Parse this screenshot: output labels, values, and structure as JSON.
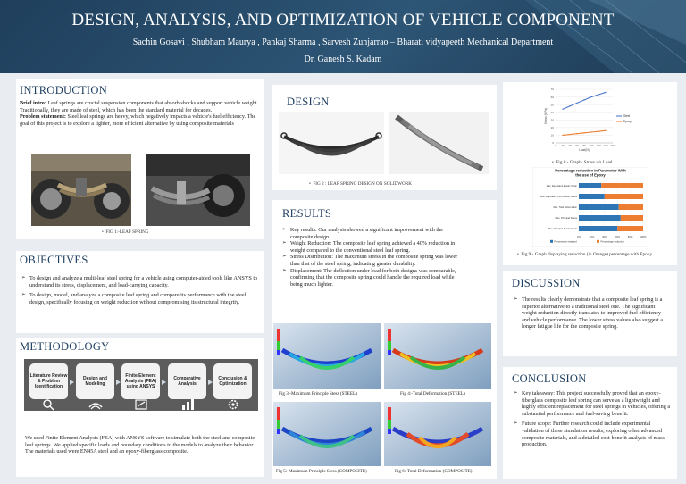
{
  "header": {
    "title": "DESIGN, ANALYSIS, AND OPTIMIZATION OF VEHICLE COMPONENT",
    "authors": "Sachin Gosavi , Shubham Maurya , Pankaj Sharma , Sarvesh Zunjarrao – Bharati vidyapeeth Mechanical Department",
    "guide": "Dr. Ganesh S. Kadam"
  },
  "introduction": {
    "heading": "INTRODUCTION",
    "brief_label": "Brief intro:",
    "brief_text": "Leaf springs are crucial suspension components that absorb shocks and support vehicle weight. Traditionally, they are made of steel, which has been the standard material for decades.",
    "problem_label": "Problem statement:",
    "problem_text": "Steel leaf springs are heavy, which negatively impacts a vehicle's fuel efficiency. The goal of this project is to explore a lighter, more efficient alternative by using composite materials",
    "fig_caption": "FIG 1:-LEAF SPRING"
  },
  "objectives": {
    "heading": "OBJECTIVES",
    "items": [
      "To design and analyze a multi-leaf steel spring for a vehicle using computer-aided tools like ANSYS to understand its stress, displacement, and load-carrying capacity.",
      "To design, model, and analyze a composite leaf spring and compare its performance with the steel design, specifically focusing on weight reduction without compromising its structural integrity."
    ]
  },
  "methodology": {
    "heading": "METHODOLOGY",
    "steps": [
      "Literature Review & Problem Identification",
      "Design and Modeling",
      "Finite Element Analysis (FEA) using ANSYS",
      "Comparative Analysis",
      "Conclusion & Optimization"
    ],
    "text": "We used Finite Element Analysis (FEA) with ANSYS software to simulate both the steel and composite leaf springs. We applied specific loads and boundary conditions to the models to analyze their behavior. The materials used were EN45A steel and an epoxy-fiberglass composite."
  },
  "design": {
    "heading": "DESIGN",
    "fig_caption": "FIG 2 : LEAF SPRING DESIGN ON SOLIDWORK"
  },
  "results": {
    "heading": "RESULTS",
    "items": [
      "Key results: Our analysis showed a significant improvement with the composite design.",
      "Weight Reduction: The composite leaf spring achieved a 40% reduction in weight compared to the conventional steel leaf spring.",
      "Stress Distribution: The maximum stress in the composite spring was lower than that of the steel spring, indicating greater durability.",
      "Displacement: The deflection under load for both designs was comparable, confirming that the composite spring could handle the required load while being much lighter."
    ],
    "figures": [
      "Fig 3:-Maximum Principle Stess (STEEL)",
      "Fig 4:-Total Deformation (STEEL)",
      "Fig 5:-Maximum Principle Stess (COMPOSITE)",
      "Fig 6:-Total Deformation (COMPOSITE)"
    ]
  },
  "graph_panel": {
    "fig8_caption": "Fig 8:- Graph- Stress v/s Load",
    "fig9_caption": "Fig 9:- Graph displaying reduction (in Orange) percentage with Epoxy"
  },
  "chart_data": [
    {
      "type": "line",
      "title": "",
      "xlabel": "Load(N)",
      "ylabel": "Stress (MPa)",
      "x": [
        20,
        40,
        60,
        80,
        100,
        120,
        140
      ],
      "xlim": [
        0,
        160
      ],
      "ylim": [
        0,
        70
      ],
      "series": [
        {
          "name": "Steel",
          "color": "#4e79c9",
          "values": [
            44,
            48,
            52,
            56,
            60,
            63,
            66
          ]
        },
        {
          "name": "Epoxy",
          "color": "#ed7d31",
          "values": [
            10,
            11,
            12,
            13,
            14,
            15,
            16
          ]
        }
      ],
      "legend": "right"
    },
    {
      "type": "bar",
      "orientation": "horizontal-stacked",
      "title": "Percentage reduction in Parameter With the use of Epoxy",
      "categories": [
        "Max. Equivalent Elastic Strain",
        "Max. Equivalent (Von-Mises) Stress",
        "Max. Total Deformation",
        "Max. Principal Stress",
        "Max. Principal Elastic Strain"
      ],
      "series": [
        {
          "name": "Percentage retained",
          "color": "#2e75b6",
          "values": [
            35,
            40,
            62,
            65,
            60
          ]
        },
        {
          "name": "Percentage reduction",
          "color": "#ed7d31",
          "values": [
            65,
            60,
            38,
            35,
            40
          ]
        }
      ],
      "xticks": [
        "0%",
        "20%",
        "40%",
        "60%",
        "80%",
        "100%"
      ],
      "legend": "bottom"
    }
  ],
  "discussion": {
    "heading": "DISCUSSION",
    "items": [
      "The results clearly demonstrate that a composite leaf spring is a superior alternative to a traditional steel one. The significant weight reduction directly translates to improved fuel efficiency and vehicle performance. The lower stress values also suggest a longer fatigue life for the composite spring."
    ]
  },
  "conclusion": {
    "heading": "CONCLUSION",
    "items": [
      "Key takeaway: This project successfully proved that an epoxy-fiberglass composite leaf spring can serve as a lightweight and highly efficient replacement for steel springs in vehicles, offering a substantial performance and fuel-saving benefit.",
      "Future scope: Further research could include experimental validation of these simulation results, exploring other advanced composite materials, and a detailed cost-benefit analysis of mass production."
    ]
  }
}
